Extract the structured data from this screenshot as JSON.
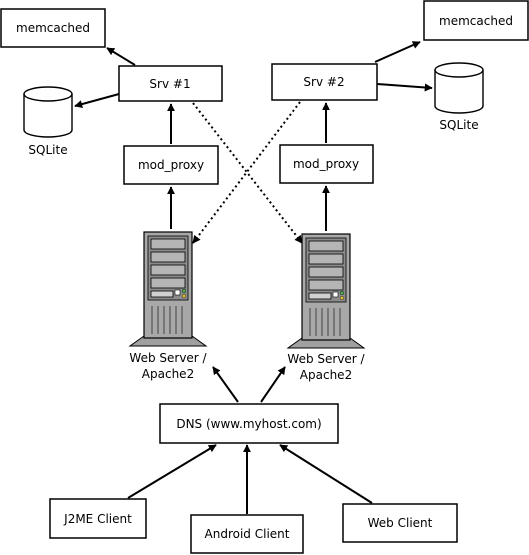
{
  "boxes": {
    "memcached_left": "memcached",
    "memcached_right": "memcached",
    "srv1": "Srv #1",
    "srv2": "Srv #2",
    "mod_proxy_left": "mod_proxy",
    "mod_proxy_right": "mod_proxy",
    "dns": "DNS (www.myhost.com)",
    "j2me_client": "J2ME Client",
    "android_client": "Android Client",
    "web_client": "Web Client"
  },
  "databases": {
    "left": "SQLite",
    "right": "SQLite"
  },
  "servers": {
    "left": [
      "Web Server /",
      "Apache2"
    ],
    "right": [
      "Web Server /",
      "Apache2"
    ]
  },
  "icons": {
    "server": "server-tower-icon",
    "database": "database-cylinder-icon"
  },
  "colors": {
    "stroke": "#000000",
    "server_body": "#a9a9a9",
    "server_dark": "#5a5a5a",
    "led": "#4caf50"
  }
}
